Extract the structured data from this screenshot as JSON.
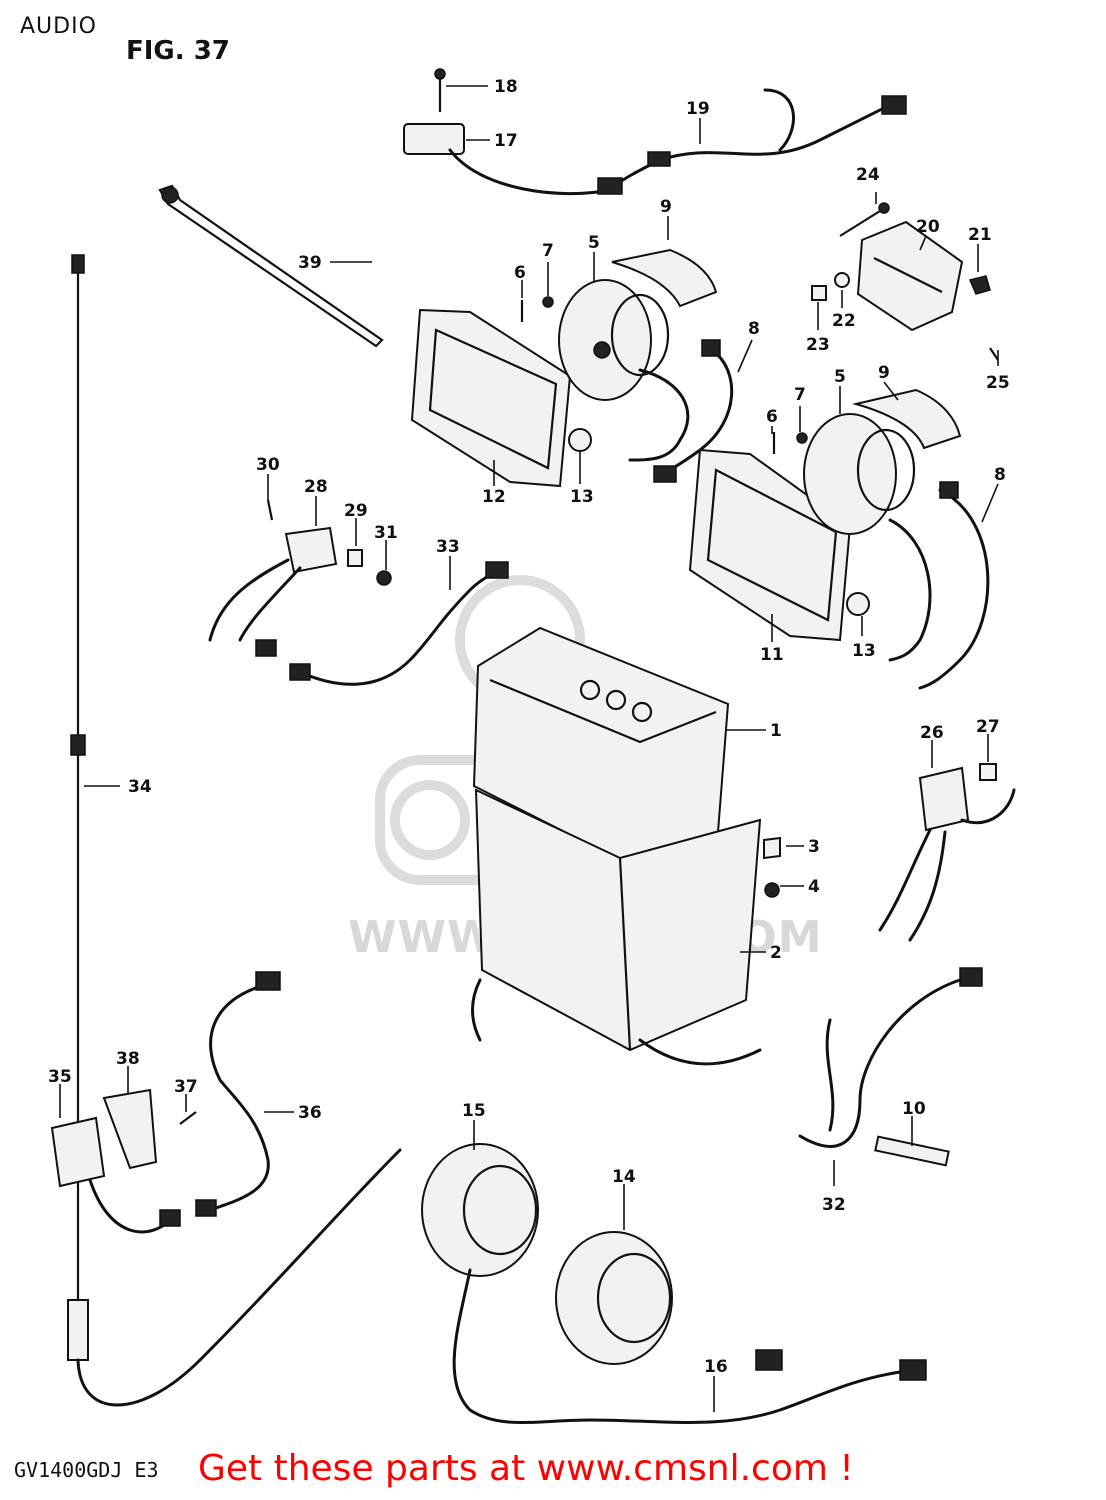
{
  "header": {
    "section": "AUDIO",
    "figure": "FIG. 37"
  },
  "footer": {
    "model": "GV1400GDJ E3",
    "cta": "Get these parts at www.cmsnl.com !"
  },
  "watermark": {
    "text": "WWW.CMSNL.COM"
  },
  "callouts": {
    "c1": "1",
    "c2": "2",
    "c3": "3",
    "c4": "4",
    "c5a": "5",
    "c5b": "5",
    "c6a": "6",
    "c6b": "6",
    "c7a": "7",
    "c7b": "7",
    "c8a": "8",
    "c8b": "8",
    "c9a": "9",
    "c9b": "9",
    "c10": "10",
    "c11": "11",
    "c12": "12",
    "c13a": "13",
    "c13b": "13",
    "c14": "14",
    "c15": "15",
    "c16": "16",
    "c17": "17",
    "c18": "18",
    "c19": "19",
    "c20": "20",
    "c21": "21",
    "c22": "22",
    "c23": "23",
    "c24": "24",
    "c25": "25",
    "c26": "26",
    "c27": "27",
    "c28": "28",
    "c29": "29",
    "c30": "30",
    "c31": "31",
    "c32": "32",
    "c33": "33",
    "c34": "34",
    "c35": "35",
    "c36": "36",
    "c37": "37",
    "c38": "38",
    "c39": "39"
  },
  "colors": {
    "ink": "#111111",
    "cta": "#ff0000",
    "watermark": "#d8d8d8"
  }
}
